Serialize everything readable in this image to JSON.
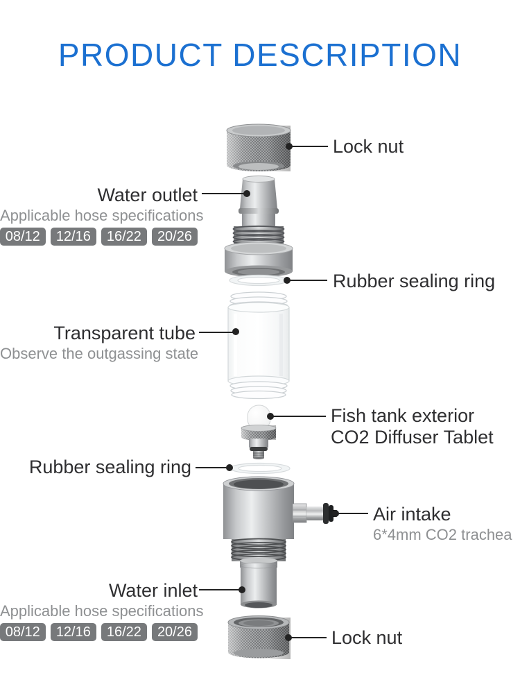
{
  "title": "PRODUCT DESCRIPTION",
  "colors": {
    "title": "#1b70d1",
    "label": "#2e2e30",
    "muted": "#8e9092",
    "tag_bg": "#77797b",
    "tag_text": "#ffffff",
    "leader": "#222222"
  },
  "callouts": {
    "lock_nut_top": {
      "label": "Lock nut"
    },
    "water_outlet": {
      "label": "Water outlet",
      "note": "Applicable hose specifications",
      "tags": [
        "08/12",
        "12/16",
        "16/22",
        "20/26"
      ]
    },
    "rubber_ring_top": {
      "label": "Rubber sealing ring"
    },
    "transparent_tube": {
      "label": "Transparent tube",
      "note": "Observe the outgassing state"
    },
    "diffuser_tablet": {
      "label_line1": "Fish tank exterior",
      "label_line2": "CO2 Diffuser Tablet"
    },
    "rubber_ring_bottom": {
      "label": "Rubber sealing ring"
    },
    "air_intake": {
      "label": "Air intake",
      "note": "6*4mm CO2 trachea"
    },
    "water_inlet": {
      "label": "Water inlet",
      "note": "Applicable hose specifications",
      "tags": [
        "08/12",
        "12/16",
        "16/22",
        "20/26"
      ]
    },
    "lock_nut_bottom": {
      "label": "Lock nut"
    }
  },
  "parts": [
    "lock-nut-top",
    "water-outlet",
    "rubber-sealing-ring-top",
    "transparent-tube",
    "co2-diffuser-tablet",
    "rubber-sealing-ring-bottom",
    "diffuser-body",
    "air-intake-fitting",
    "water-inlet",
    "lock-nut-bottom"
  ]
}
